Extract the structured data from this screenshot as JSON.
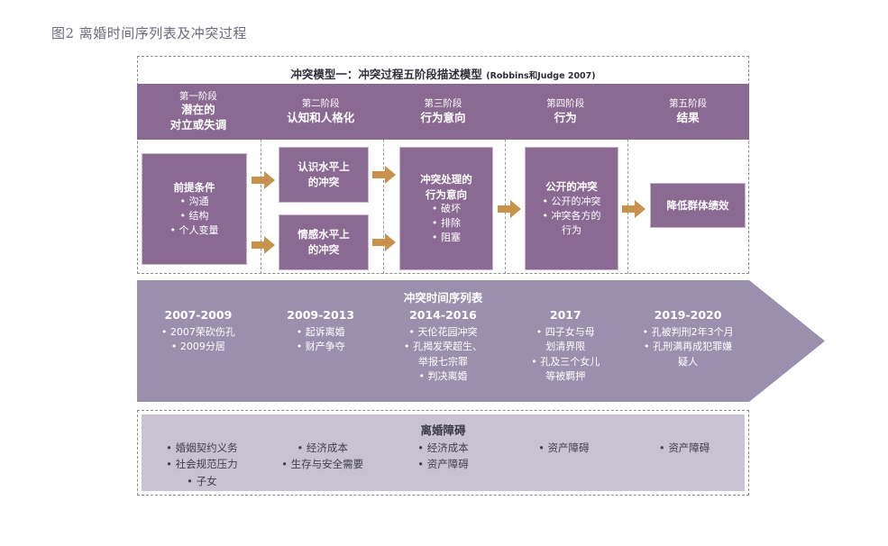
{
  "page_title": "图2 离婚时间序列表及冲突过程",
  "colors": {
    "stage_purple": "#8a6a93",
    "timeline_purple": "#9a90ad",
    "barrier_lavender": "#c8c2d3",
    "arrow_gold": "#c8924e",
    "title_gray": "#6d6b7d"
  },
  "model": {
    "caption": "冲突模型一：冲突过程五阶段描述模型",
    "citation": "(Robbins和Judge 2007)",
    "stages": [
      {
        "number": "第一阶段",
        "title": "潜在的\n对立或失调"
      },
      {
        "number": "第二阶段",
        "title": "认知和人格化"
      },
      {
        "number": "第三阶段",
        "title": "行为意向"
      },
      {
        "number": "第四阶段",
        "title": "行为"
      },
      {
        "number": "第五阶段",
        "title": "结果"
      }
    ],
    "nodes": [
      {
        "id": "antecedent",
        "heading": "前提条件",
        "items": [
          "沟通",
          "结构",
          "个人变量"
        ]
      },
      {
        "id": "cognitive",
        "heading": "认识水平上\n的冲突",
        "items": []
      },
      {
        "id": "affective",
        "heading": "情感水平上\n的冲突",
        "items": []
      },
      {
        "id": "intention",
        "heading": "冲突处理的\n行为意向",
        "items": [
          "破坏",
          "排除",
          "阻塞"
        ]
      },
      {
        "id": "open-conflict",
        "heading": "公开的冲突",
        "items": [
          "公开的冲突",
          "冲突各方的\n行为"
        ]
      },
      {
        "id": "outcome",
        "heading": "降低群体绩效",
        "items": []
      }
    ],
    "arrow_icon": "right-arrow-icon"
  },
  "timeline": {
    "title": "冲突时间序列表",
    "columns": [
      {
        "year": "2007-2009",
        "events": [
          "2007荣砍伤孔",
          "2009分居"
        ]
      },
      {
        "year": "2009-2013",
        "events": [
          "起诉离婚",
          "财产争夺"
        ]
      },
      {
        "year": "2014-2016",
        "events": [
          "天伦花园冲突",
          "孔揭发荣超生、\n举报七宗罪",
          "判决离婚"
        ]
      },
      {
        "year": "2017",
        "events": [
          "四子女与母\n划清界限",
          "孔及三个女儿\n等被羁押"
        ]
      },
      {
        "year": "2019-2020",
        "events": [
          "孔被判刑2年3个月",
          "孔刑满再成犯罪嫌\n疑人"
        ]
      }
    ]
  },
  "barriers": {
    "title": "离婚障碍",
    "columns": [
      {
        "items": [
          "婚姻契约义务",
          "社会规范压力",
          "子女"
        ]
      },
      {
        "items": [
          "经济成本",
          "生存与安全需要"
        ]
      },
      {
        "items": [
          "经济成本",
          "资产障碍"
        ]
      },
      {
        "items": [
          "资产障碍"
        ]
      },
      {
        "items": [
          "资产障碍"
        ]
      }
    ]
  }
}
